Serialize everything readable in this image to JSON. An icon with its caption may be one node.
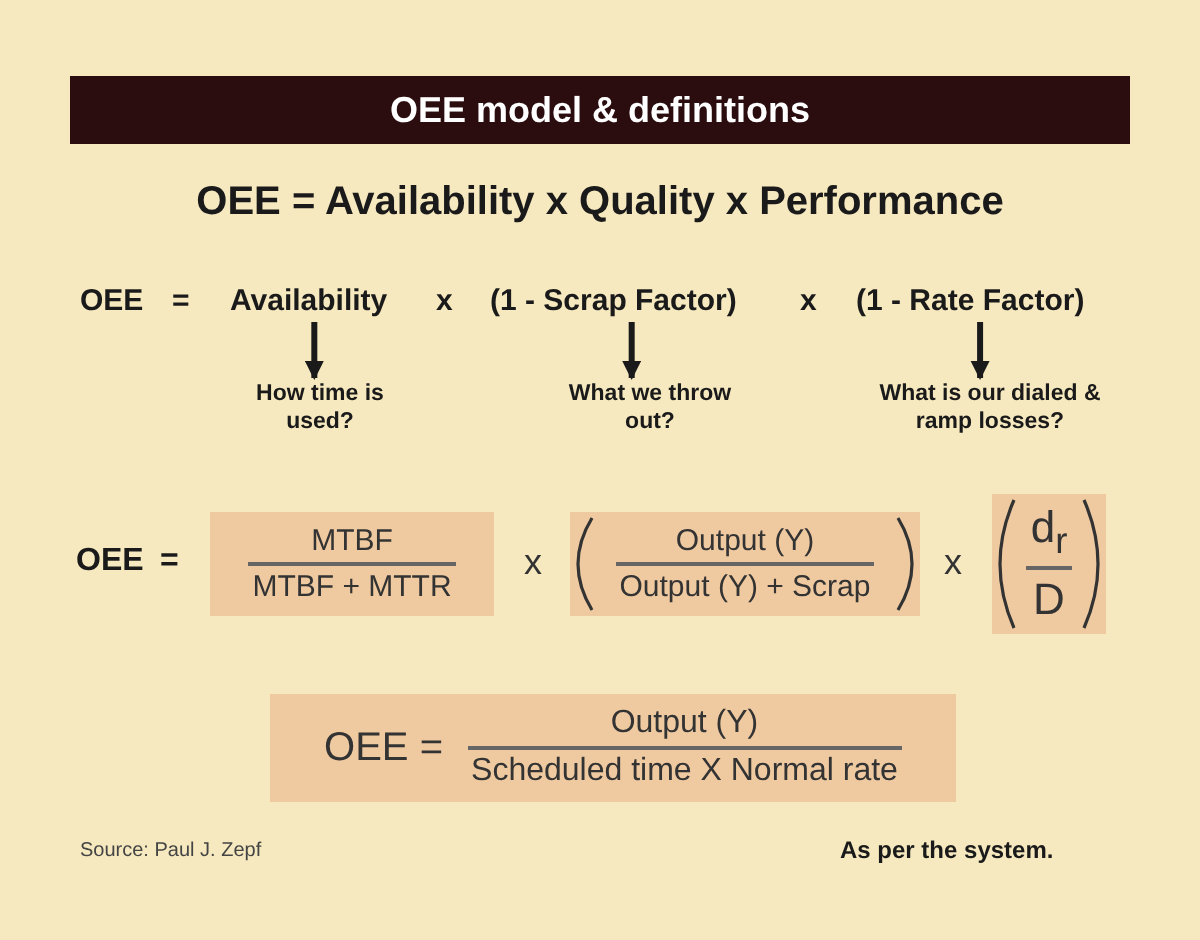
{
  "diagram": {
    "title": "OEE model & definitions",
    "nodes": [
      {
        "text": [
          "Availability"
        ]
      },
      {
        "text": [
          "(1 - Scrap Factor)"
        ]
      },
      {
        "text": [
          "(1 - Rate Factor)"
        ]
      },
      {
        "text": [
          "How time is used?"
        ]
      },
      {
        "text": [
          "What we throw out?"
        ]
      },
      {
        "text": [
          "What is our dialed & ramp losses?"
        ]
      },
      {
        "text": [
          "MTBF",
          "MTBF + MTTR"
        ]
      },
      {
        "text": [
          "Output (Y)",
          "Output (Y) + Scrap"
        ]
      },
      {
        "text": [
          "d$_{r}$",
          "D"
        ]
      },
      {
        "text": [
          "OEE =",
          "Output (Y)",
          "Scheduled time X Normal rate"
        ]
      }
    ],
    "edges": [
      {
        "from": 0,
        "to": 3,
        "arrow": "to"
      },
      {
        "from": 1,
        "to": 4,
        "arrow": "to"
      },
      {
        "from": 2,
        "to": 5,
        "arrow": "to"
      }
    ],
    "labels": [
      "OEE = Availability x Quality x Performance",
      "OEE",
      "=",
      "x",
      "x",
      "OEE",
      "=",
      "x",
      "x",
      "Source: Paul J. Zepf",
      "As per the system."
    ]
  }
}
